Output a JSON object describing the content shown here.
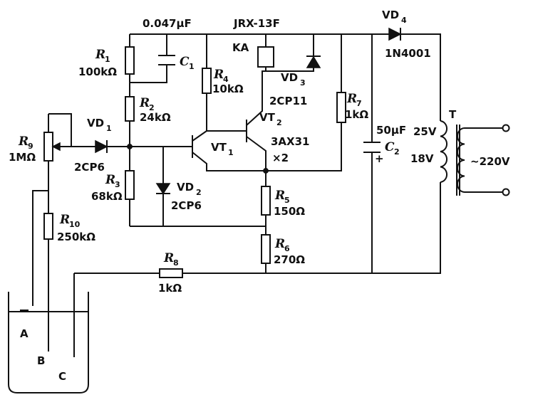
{
  "labels": {
    "c1_value": "0.047μF",
    "c1_name": "C",
    "c1_sub": "1",
    "relay_model": "JRX-13F",
    "relay_name": "KA",
    "r1_name": "R",
    "r1_sub": "1",
    "r1_value": "100kΩ",
    "r2_name": "R",
    "r2_sub": "2",
    "r2_value": "24kΩ",
    "r3_name": "R",
    "r3_sub": "3",
    "r3_value": "68kΩ",
    "r4_name": "R",
    "r4_sub": "4",
    "r4_value": "10kΩ",
    "r5_name": "R",
    "r5_sub": "5",
    "r5_value": "150Ω",
    "r6_name": "R",
    "r6_sub": "6",
    "r6_value": "270Ω",
    "r7_name": "R",
    "r7_sub": "7",
    "r7_value": "1kΩ",
    "r8_name": "R",
    "r8_sub": "8",
    "r8_value": "1kΩ",
    "r9_name": "R",
    "r9_sub": "9",
    "r9_value": "1MΩ",
    "r10_name": "R",
    "r10_sub": "10",
    "r10_value": "250kΩ",
    "vd1_name": "VD",
    "vd1_sub": "1",
    "vd1_model": "2CP6",
    "vd2_name": "VD",
    "vd2_sub": "2",
    "vd2_model": "2CP6",
    "vd3_name": "VD",
    "vd3_sub": "3",
    "vd3_model": "2CP11",
    "vd4_name": "VD",
    "vd4_sub": "4",
    "vd4_model": "1N4001",
    "vt1_name": "VT",
    "vt1_sub": "1",
    "vt2_name": "VT",
    "vt2_sub": "2",
    "vt_model": "3AX31",
    "vt_count": "×2",
    "c2_value": "50μF",
    "c2_name": "C",
    "c2_sub": "2",
    "c2_plus": "+",
    "transformer_name": "T",
    "tap_25v": "25V",
    "tap_18v": "18V",
    "mains": "~220V",
    "electrode_a": "A",
    "electrode_b": "B",
    "electrode_c": "C"
  }
}
